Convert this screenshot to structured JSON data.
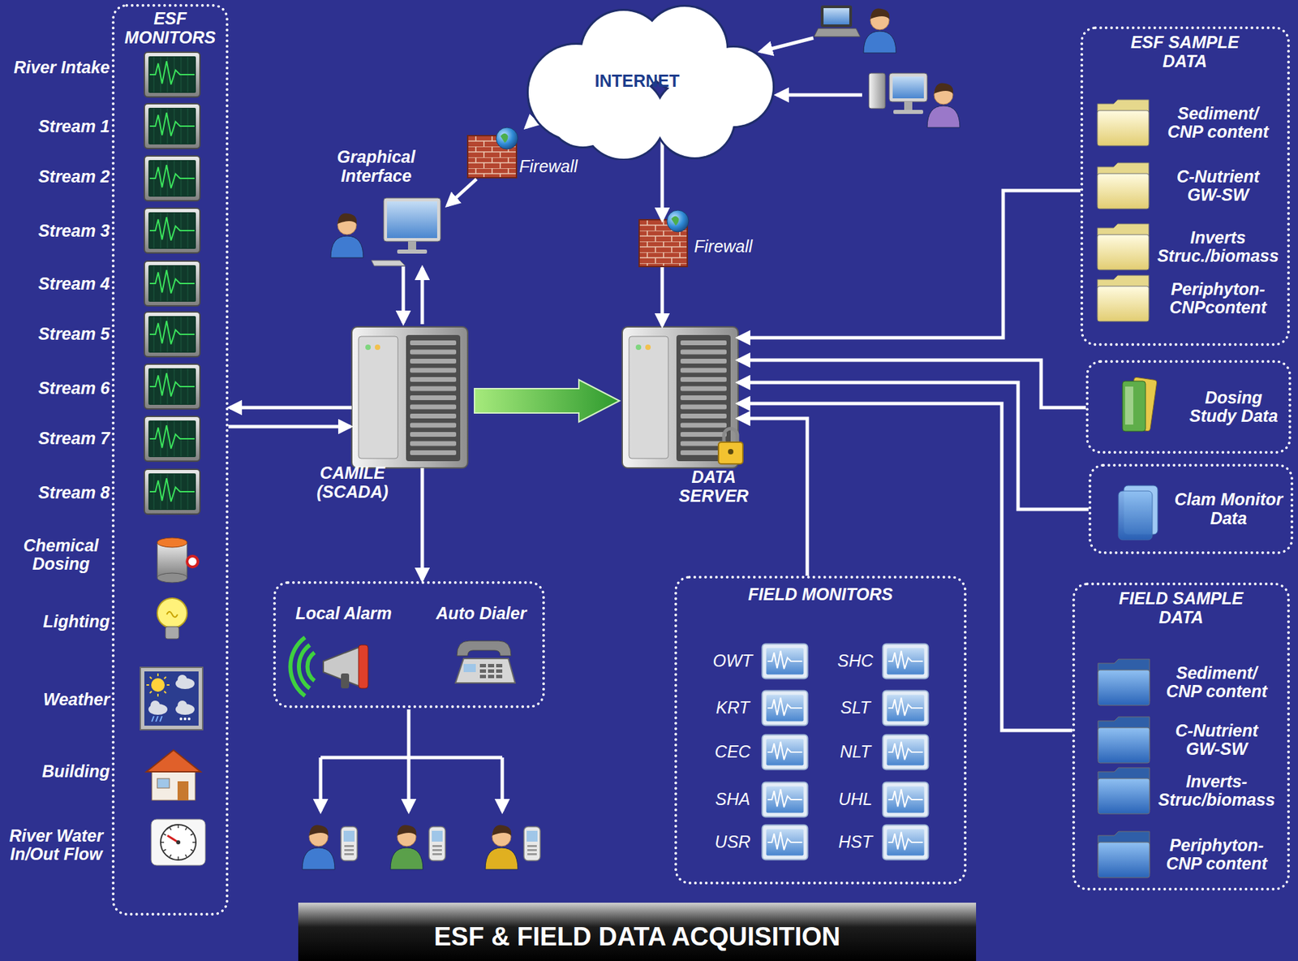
{
  "diagram": {
    "title": "ESF & FIELD DATA ACQUISITION",
    "nodes": [
      {
        "text": [
          "ESF MONITORS"
        ]
      },
      {
        "text": [
          "INTERNET"
        ]
      },
      {
        "text": [
          "Firewall"
        ]
      },
      {
        "text": [
          "Graphical Interface"
        ]
      },
      {
        "text": [
          "Firewall"
        ]
      },
      {
        "text": [
          "CAMILE (SCADA)"
        ]
      },
      {
        "text": [
          "DATA SERVER"
        ]
      },
      {
        "text": [
          "ESF SAMPLE DATA"
        ]
      },
      {
        "text": [
          "Sediment/ CNP content"
        ],
        "in": 7
      },
      {
        "text": [
          "C-Nutrient GW-SW"
        ],
        "in": 7
      },
      {
        "text": [
          "Inverts Struc./biomass"
        ],
        "in": 7
      },
      {
        "text": [
          "Periphyton- CNPcontent"
        ],
        "in": 7
      },
      {
        "text": [
          "Dosing Study Data"
        ]
      },
      {
        "text": [
          "Clam Monitor Data"
        ]
      },
      {
        "text": [
          "Local Alarm",
          "Auto Dialer"
        ]
      },
      {
        "text": [
          "FIELD MONITORS"
        ]
      },
      {
        "text": [
          "FIELD SAMPLE DATA"
        ]
      },
      {
        "text": [
          "Sediment/ CNP content"
        ],
        "in": 16
      },
      {
        "text": [
          "C-Nutrient GW-SW"
        ],
        "in": 16
      },
      {
        "text": [
          "Inverts- Struc/biomass"
        ],
        "in": 16
      },
      {
        "text": [
          "Periphyton- CNP content"
        ],
        "in": 16
      }
    ],
    "edges": [
      {
        "from": 1,
        "to": 2,
        "arrow": "to"
      },
      {
        "from": 2,
        "to": 3,
        "arrow": "to"
      },
      {
        "from": 1,
        "to": 4,
        "arrow": "to"
      },
      {
        "from": 4,
        "to": 6,
        "arrow": "to"
      },
      {
        "from": 3,
        "to": 5,
        "arrow": "to"
      },
      {
        "from": 5,
        "to": 3,
        "arrow": "to"
      },
      {
        "from": 5,
        "to": 0,
        "arrow": "to"
      },
      {
        "from": 0,
        "to": 5,
        "arrow": "to"
      },
      {
        "from": 5,
        "to": 6,
        "arrow": "to"
      },
      {
        "from": 5,
        "to": 14,
        "arrow": "to"
      },
      {
        "from": 7,
        "to": 6,
        "arrow": "to"
      },
      {
        "from": 12,
        "to": 6,
        "arrow": "to"
      },
      {
        "from": 13,
        "to": 6,
        "arrow": "to"
      },
      {
        "from": 15,
        "to": 6,
        "arrow": "to"
      },
      {
        "from": 16,
        "to": 6,
        "arrow": "to"
      }
    ],
    "labels": [
      "River Intake",
      "Stream 1",
      "Stream 2",
      "Stream 3",
      "Stream 4",
      "Stream 5",
      "Stream 6",
      "Stream 7",
      "Stream 8",
      "Chemical Dosing",
      "Lighting",
      "Weather",
      "Building",
      "River Water In/Out Flow",
      "OWT",
      "SHC",
      "KRT",
      "SLT",
      "CEC",
      "NLT",
      "SHA",
      "UHL",
      "USR",
      "HST"
    ]
  }
}
